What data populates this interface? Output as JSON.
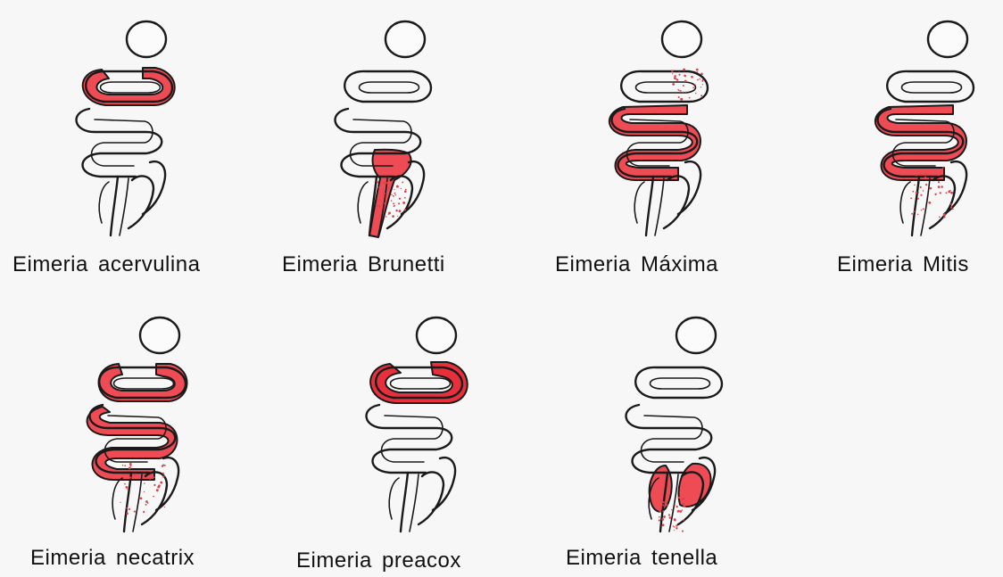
{
  "figure": {
    "panels": [
      {
        "id": "acervulina",
        "caption": "Eimeria acervulina",
        "lesions": [
          "upper-loop"
        ],
        "speckle": "none"
      },
      {
        "id": "brunetti",
        "caption": "Eimeria  Brunetti",
        "lesions": [
          "lower-ileum"
        ],
        "speckle": "ceca-base"
      },
      {
        "id": "maxima",
        "caption": "Eimeria  Máxima",
        "lesions": [
          "mid-s-bend"
        ],
        "speckle": "upper-loop"
      },
      {
        "id": "mitis",
        "caption": "Eimeria  Mitis",
        "lesions": [
          "mid-s-bend"
        ],
        "speckle": "ceca"
      },
      {
        "id": "necatrix",
        "caption": "Eimeria  necatrix",
        "lesions": [
          "upper-loop",
          "mid-s-bend"
        ],
        "speckle": "ceca"
      },
      {
        "id": "preacox",
        "caption": "Eimeria  preacox",
        "lesions": [
          "upper-loop-dark"
        ],
        "speckle": "none"
      },
      {
        "id": "tenella",
        "caption": "Eimeria  tenella",
        "lesions": [
          "ceca"
        ],
        "speckle": "ceca-stem"
      }
    ],
    "colors": {
      "lesion": "#e8303c",
      "outline": "#1a1a1a",
      "background": "#f7f7f7"
    }
  }
}
